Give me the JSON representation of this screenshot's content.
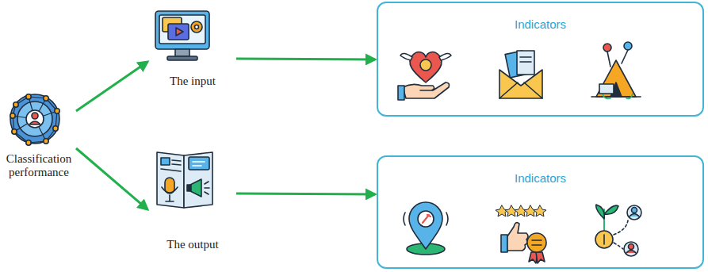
{
  "diagram": {
    "nodes": [
      {
        "text": [
          "Classification performance"
        ]
      },
      {
        "text": [
          "The input"
        ]
      },
      {
        "text": [
          "Indicators"
        ]
      },
      {
        "text": [
          "The output"
        ]
      },
      {
        "text": [
          "Indicators"
        ]
      }
    ],
    "edges": [
      {
        "from": 0,
        "to": 1,
        "arrow": "to"
      },
      {
        "from": 0,
        "to": 3,
        "arrow": "to"
      },
      {
        "from": 1,
        "to": 2,
        "arrow": "to"
      },
      {
        "from": 3,
        "to": 4,
        "arrow": "to"
      }
    ]
  }
}
